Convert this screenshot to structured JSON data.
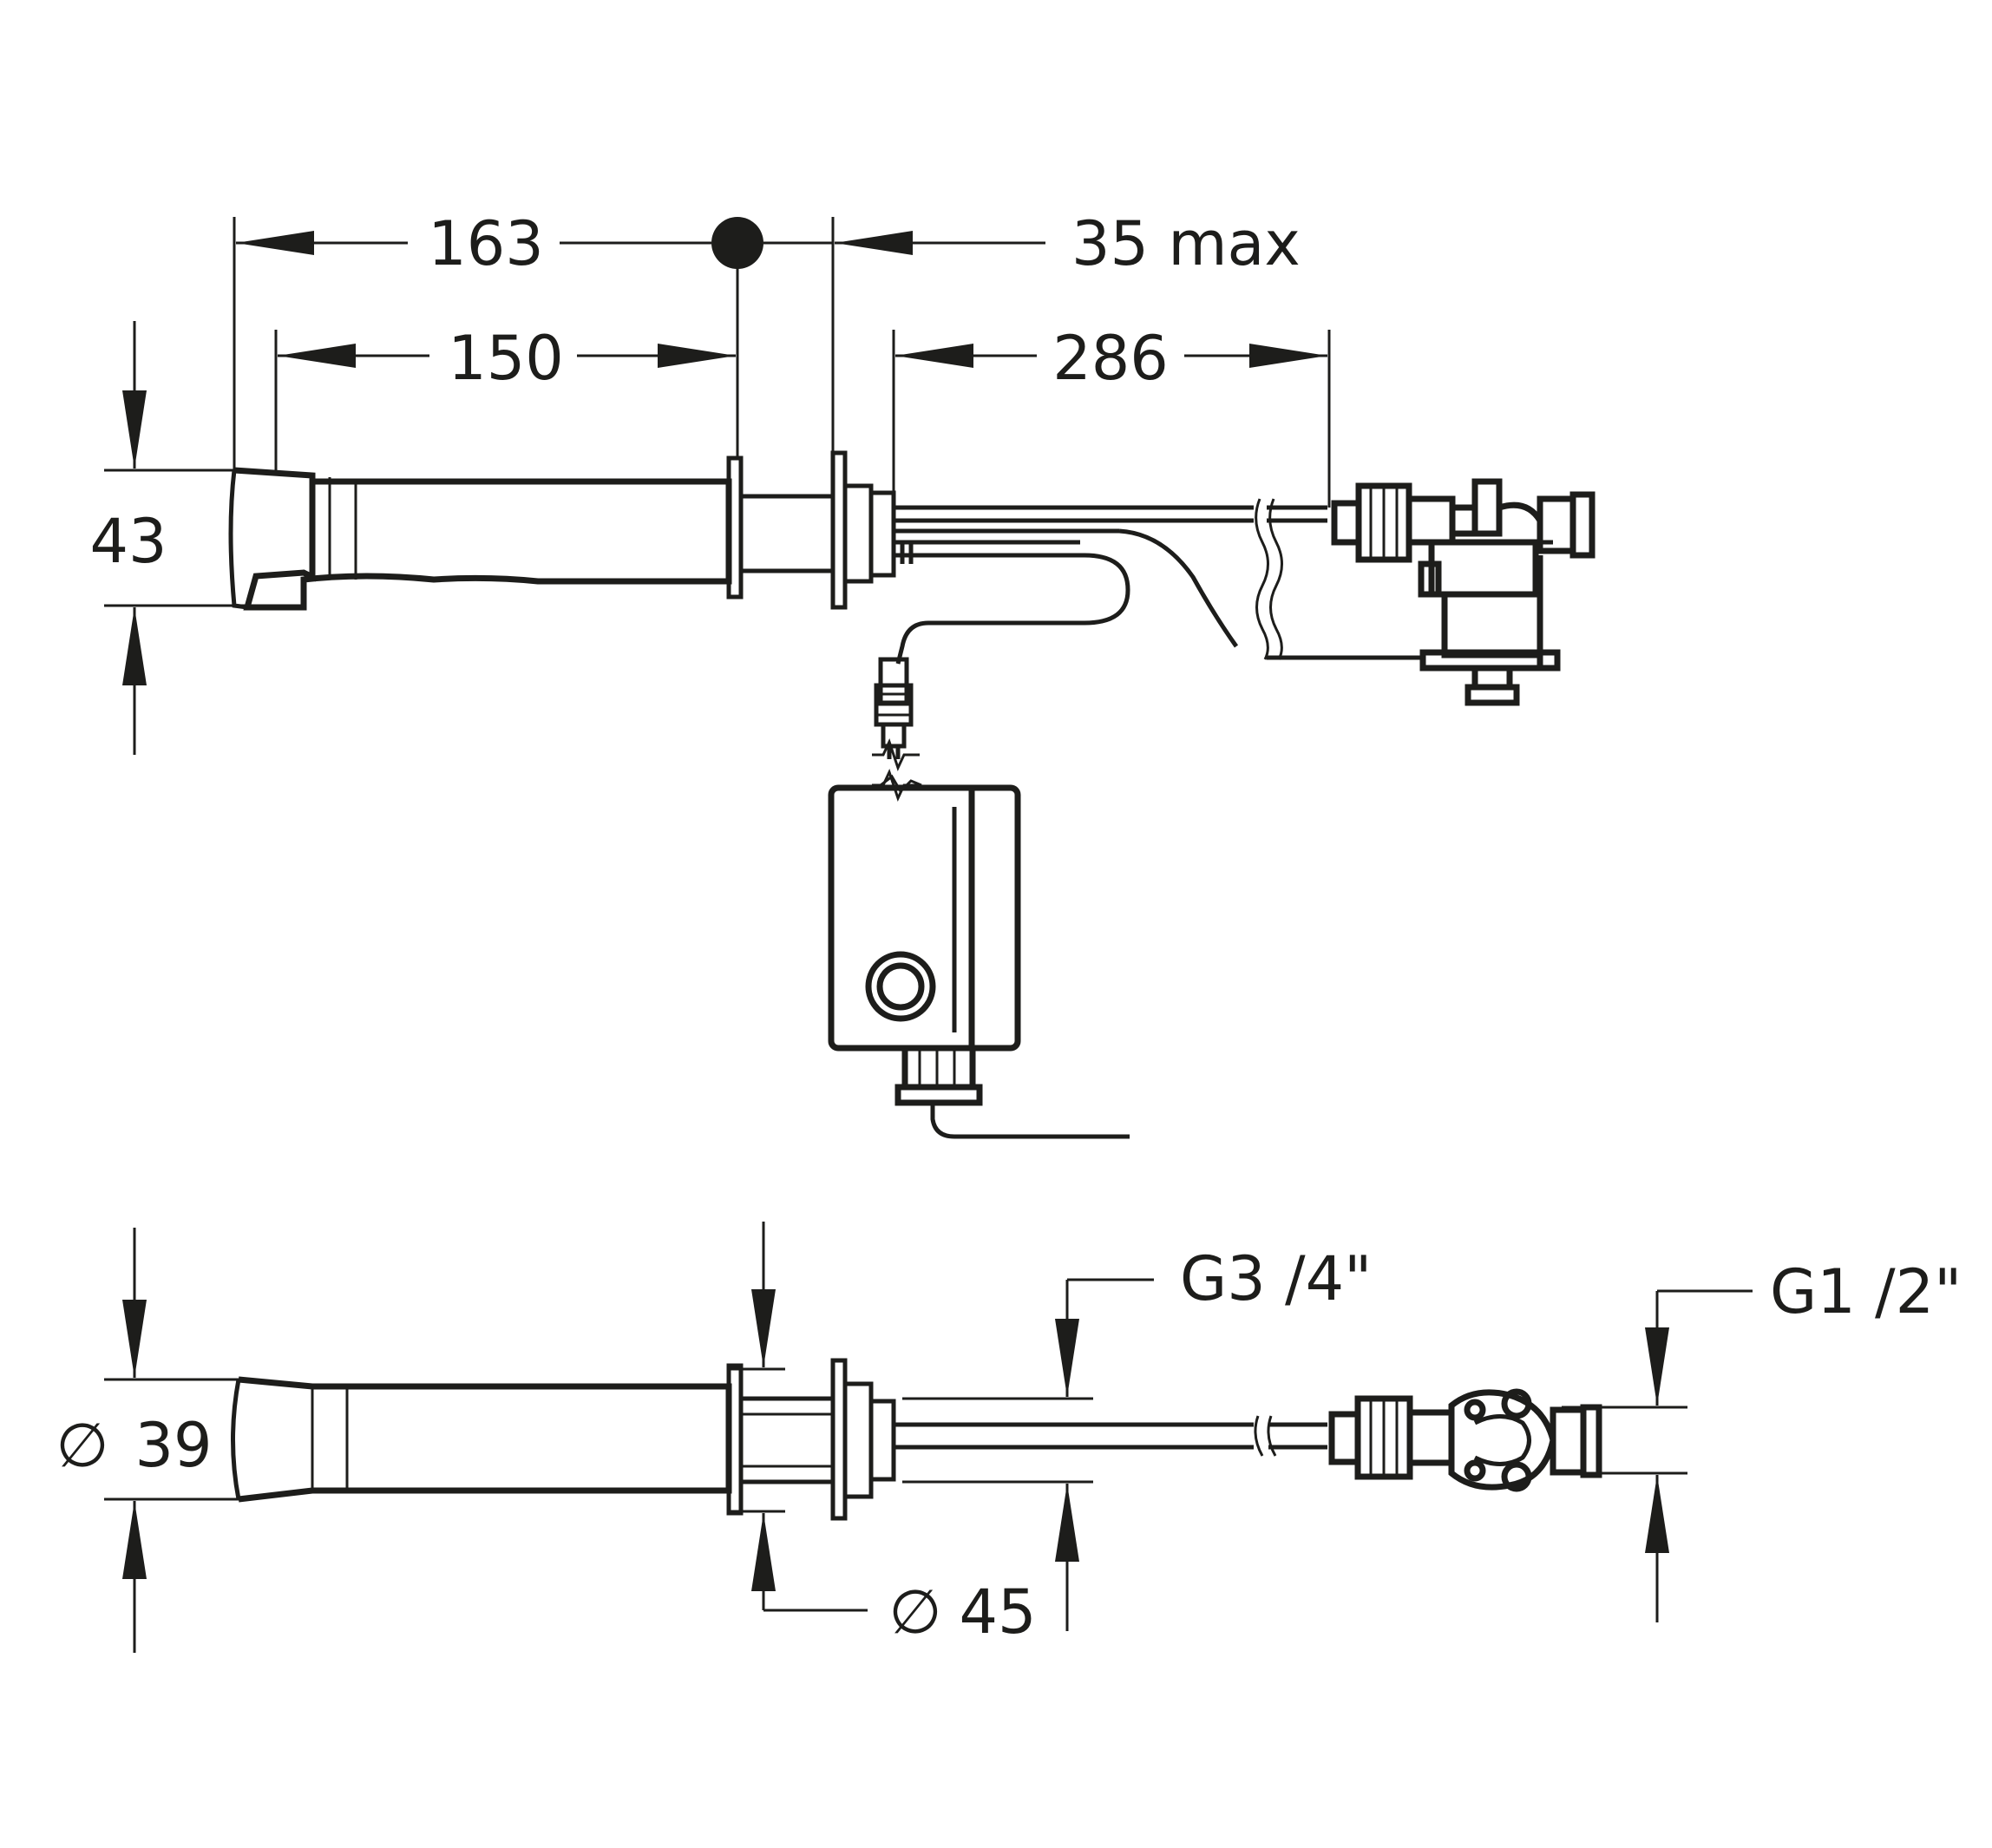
{
  "colors": {
    "ink": "#1d1d1b",
    "paper": "#ffffff"
  },
  "side_view": {
    "dim_overall_length": "163",
    "dim_spout_length": "150",
    "dim_wall_thickness": "35 max",
    "dim_connection_length": "286",
    "dim_height": "43"
  },
  "top_view": {
    "dim_spout_diameter": "39",
    "dim_flange_diameter": "45",
    "thread_inlet": "G3 /4\"",
    "thread_outlet": "G1 /2\"",
    "diameter_symbol": "∅"
  }
}
